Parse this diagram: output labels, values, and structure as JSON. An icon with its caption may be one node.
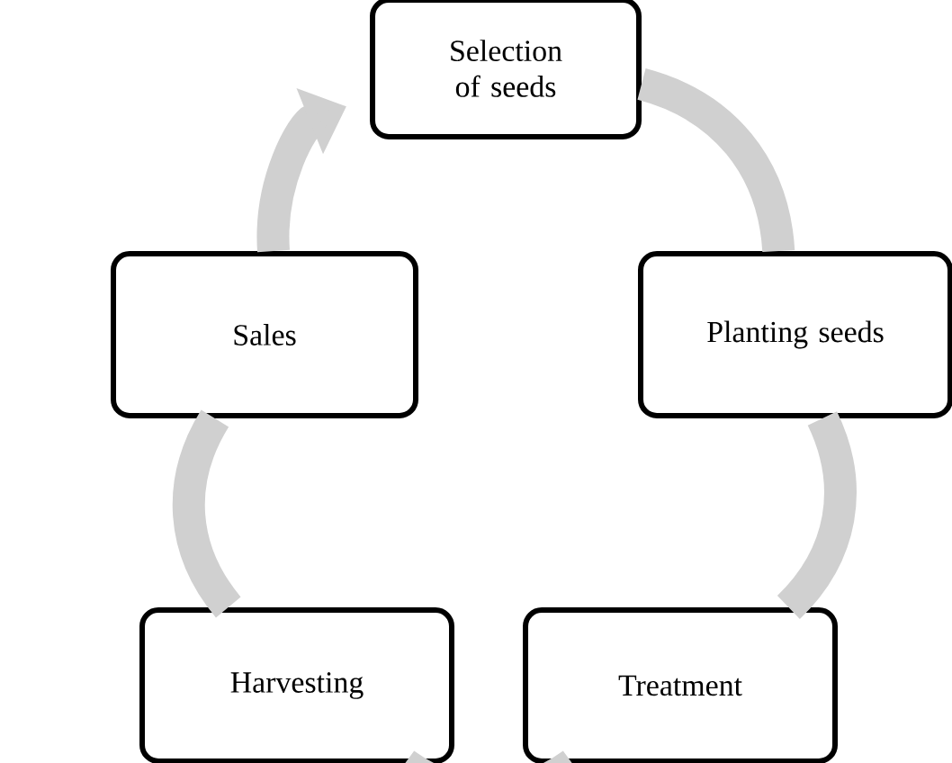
{
  "diagram": {
    "nodes": [
      {
        "text": [
          "Selection of seeds"
        ]
      },
      {
        "text": [
          "Planting seeds"
        ]
      },
      {
        "text": [
          "Treatment"
        ]
      },
      {
        "text": [
          "Harvesting"
        ]
      },
      {
        "text": [
          "Sales"
        ]
      }
    ],
    "edges": [
      {
        "from": 0,
        "to": 1,
        "arrow": "none"
      },
      {
        "from": 1,
        "to": 2,
        "arrow": "none"
      },
      {
        "from": 2,
        "to": 3,
        "arrow": "none"
      },
      {
        "from": 3,
        "to": 4,
        "arrow": "none"
      },
      {
        "from": 4,
        "to": 0,
        "arrow": "to"
      }
    ]
  }
}
